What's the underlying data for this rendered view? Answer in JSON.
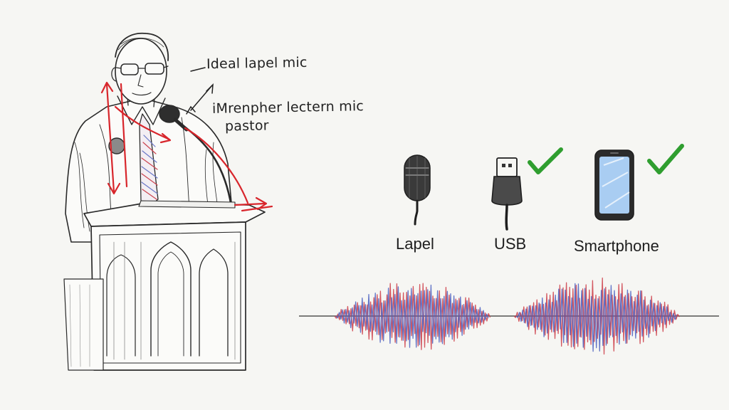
{
  "annotations": {
    "lapel": "Ideal lapel mic",
    "lectern": "iMrenpher lectern mic",
    "pastor": "pastor"
  },
  "devices": [
    {
      "label": "Lapel",
      "icon": "lapel-microphone-icon",
      "checked": false
    },
    {
      "label": "USB",
      "icon": "usb-plug-icon",
      "checked": true
    },
    {
      "label": "Smartphone",
      "icon": "smartphone-icon",
      "checked": true
    }
  ],
  "colors": {
    "ink": "#2a2a2a",
    "annotation_red": "#d8262c",
    "check_green": "#2f9e2f",
    "wave_red": "#cc3b45",
    "wave_blue": "#4a5fc0",
    "phone_screen": "#a9cdf2"
  }
}
